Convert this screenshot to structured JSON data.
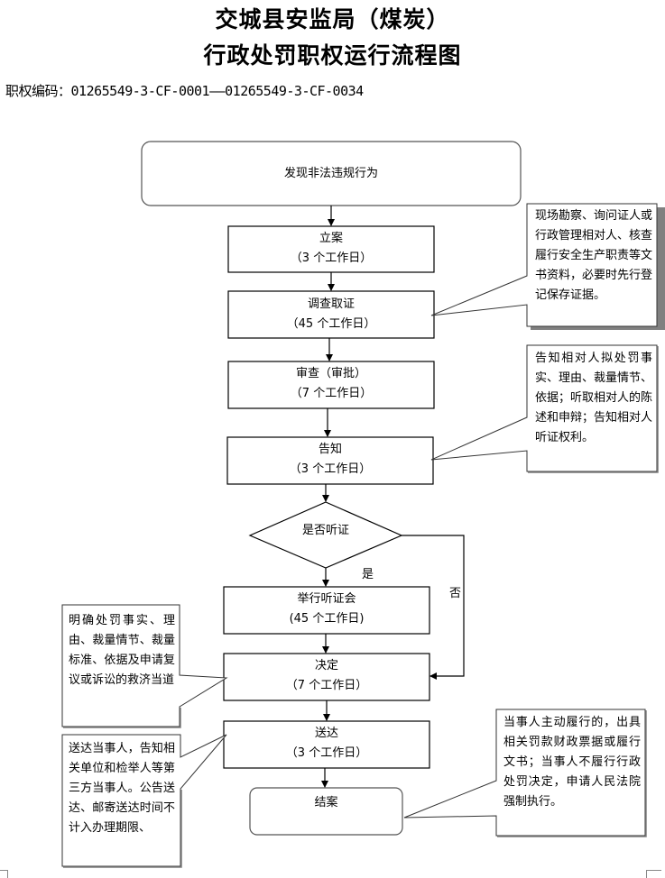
{
  "header": {
    "title_line1": "交城县安监局（煤炭）",
    "title_line2": "行政处罚职权运行流程图",
    "code_label": "职权编码：",
    "code_range": "01265549-3-CF-0001——01265549-3-CF-0034"
  },
  "nodes": {
    "start": {
      "label": "发现非法违规行为"
    },
    "register": {
      "label": "立案",
      "duration": "（3 个工作日）"
    },
    "investigate": {
      "label": "调查取证",
      "duration": "（45 个工作日）"
    },
    "review": {
      "label": "审查（审批）",
      "duration": "（7 个工作日）"
    },
    "notify": {
      "label": "告知",
      "duration": "（3 个工作日）"
    },
    "decision_hearing": {
      "label": "是否听证",
      "yes_label": "是",
      "no_label": "否"
    },
    "hearing": {
      "label": "举行听证会",
      "duration": "(45 个工作日)"
    },
    "decide": {
      "label": "决定",
      "duration": "（7 个工作日）"
    },
    "deliver": {
      "label": "送达",
      "duration": "（3 个工作日）"
    },
    "close": {
      "label": "结案"
    }
  },
  "callouts": {
    "investigate_note": "现场勘察、询问证人或行政管理相对人、核查履行安全生产职责等文书资料，必要时先行登记保存证据。",
    "notify_note": "告知相对人拟处罚事实、理由、裁量情节、依据；听取相对人的陈述和申辩；告知相对人听证权利。",
    "decide_note": "明确处罚事实、理由、裁量情节、裁量标准、依据及申请复议或诉讼的救济当道",
    "deliver_note": "送达当事人，告知相关单位和检举人等第三方当事人。公告送达、邮寄送达时间不计入办理期限、",
    "close_note": "当事人主动履行的，出具相关罚款财政票据或履行文书；当事人不履行行政处罚决定，申请人民法院强制执行。"
  },
  "colors": {
    "line": "#000000",
    "callout_border": "#333333",
    "shadow": "#808080"
  }
}
